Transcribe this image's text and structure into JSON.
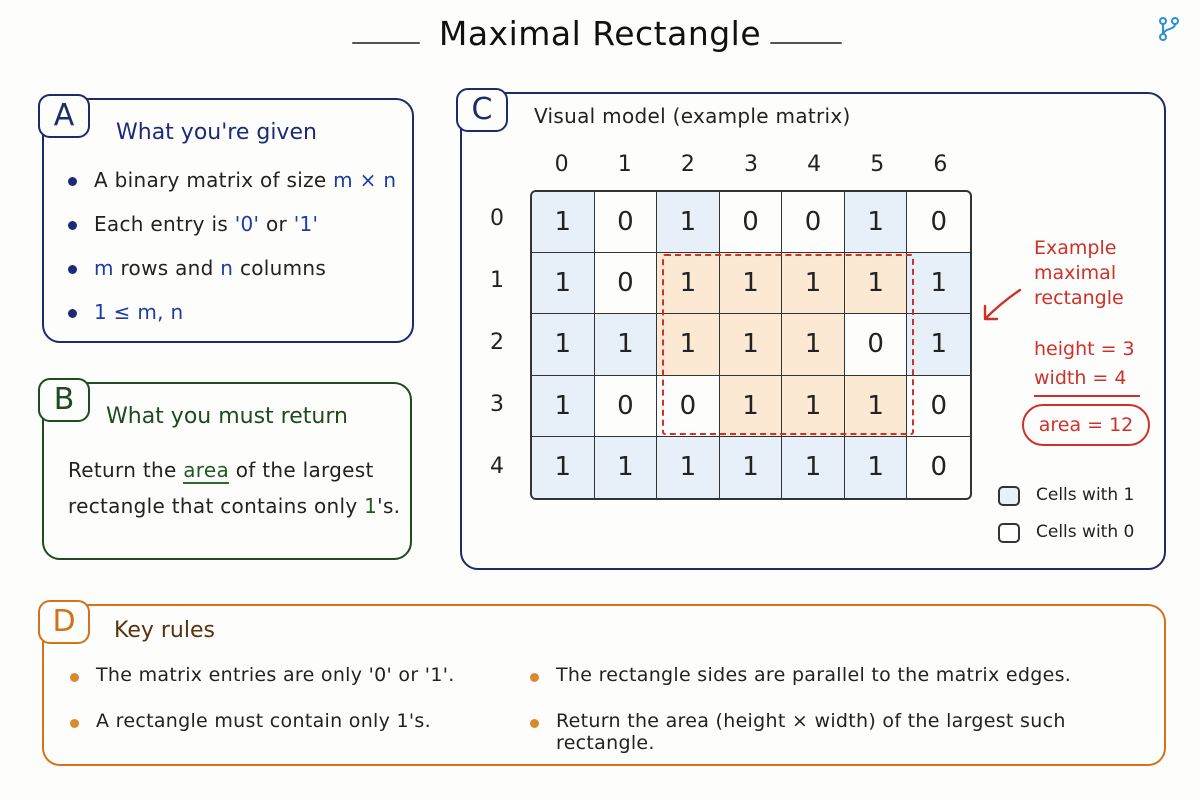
{
  "title": "Maximal Rectangle",
  "panelA": {
    "badge": "A",
    "heading": "What you're given",
    "item1_pre": "A binary matrix of size ",
    "item1_hl": "m × n",
    "item2_pre": "Each entry is ",
    "item2_hl1": "'0'",
    "item2_mid": " or ",
    "item2_hl2": "'1'",
    "item3_hl1": "m",
    "item3_mid": " rows and ",
    "item3_hl2": "n",
    "item3_post": " columns",
    "item4_hl": "1 ≤ m, n"
  },
  "panelB": {
    "badge": "B",
    "heading": "What you must return",
    "text_pre": "Return the ",
    "text_u": "area",
    "text_mid": " of the largest",
    "text_line2_pre": "rectangle that contains only ",
    "text_hl": "1",
    "text_post": "'s."
  },
  "panelC": {
    "badge": "C",
    "heading": "Visual model (example matrix)",
    "col_labels": [
      "0",
      "1",
      "2",
      "3",
      "4",
      "5",
      "6"
    ],
    "row_labels": [
      "0",
      "1",
      "2",
      "3",
      "4"
    ],
    "matrix": [
      [
        1,
        0,
        1,
        0,
        0,
        1,
        0
      ],
      [
        1,
        0,
        1,
        1,
        1,
        1,
        1
      ],
      [
        1,
        1,
        1,
        1,
        1,
        0,
        1
      ],
      [
        1,
        0,
        0,
        1,
        1,
        1,
        0
      ],
      [
        1,
        1,
        1,
        1,
        1,
        1,
        0
      ]
    ],
    "highlight": {
      "rows": [
        1,
        3
      ],
      "cols": [
        2,
        5
      ]
    },
    "annotation": {
      "line1": "Example",
      "line2": "maximal",
      "line3": "rectangle",
      "height": "height = 3",
      "width": "width = 4",
      "area": "area = 12"
    },
    "legend": {
      "ones": "Cells with 1",
      "zeros": "Cells with 0"
    }
  },
  "panelD": {
    "badge": "D",
    "heading": "Key rules",
    "rules_left": [
      "The matrix entries are only '0' or '1'.",
      "A rectangle must contain only 1's."
    ],
    "rules_right": [
      "The rectangle sides are parallel to the matrix edges.",
      "Return the area (height × width) of the largest such rectangle."
    ]
  },
  "colors": {
    "navy": "#1d2a6b",
    "green": "#1f4a22",
    "orange": "#d2721c",
    "red": "#d0302a",
    "one_cell": "#e7eff8",
    "highlight_cell": "#fbe9d3",
    "icon": "#2a8fd4"
  },
  "icons": {
    "top_right": "branch-icon"
  }
}
